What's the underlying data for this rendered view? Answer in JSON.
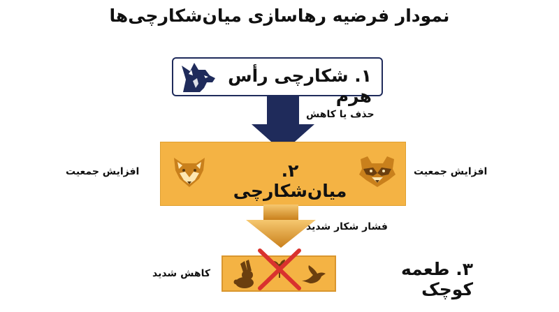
{
  "title": "نمودار فرضیه رهاسازی میان‌شکارچی‌ها",
  "levels": {
    "apex": {
      "label": "۱. شکارچی رأس هرم",
      "icon": "wolf-icon"
    },
    "meso": {
      "label": "۲. میان‌شکارچی",
      "left_icon": "fox-icon",
      "right_icon": "raccoon-icon"
    },
    "prey": {
      "label": "۳. طعمه کوچک",
      "icons": [
        "rabbit-icon",
        "plant-icon",
        "bird-icon"
      ],
      "overlay": "red-x-icon"
    }
  },
  "arrows": {
    "apex_to_meso": "حذف یا کاهش",
    "meso_to_prey": "فشار شکار شدید"
  },
  "side_labels": {
    "meso_left": "افزایش جمعیت",
    "meso_right": "افزایش جمعیت",
    "prey_left": "کاهش شدید"
  },
  "colors": {
    "navy": "#1f2b5b",
    "orange": "#f4b344",
    "dark_orange": "#c9801c",
    "red": "#d9322e"
  }
}
